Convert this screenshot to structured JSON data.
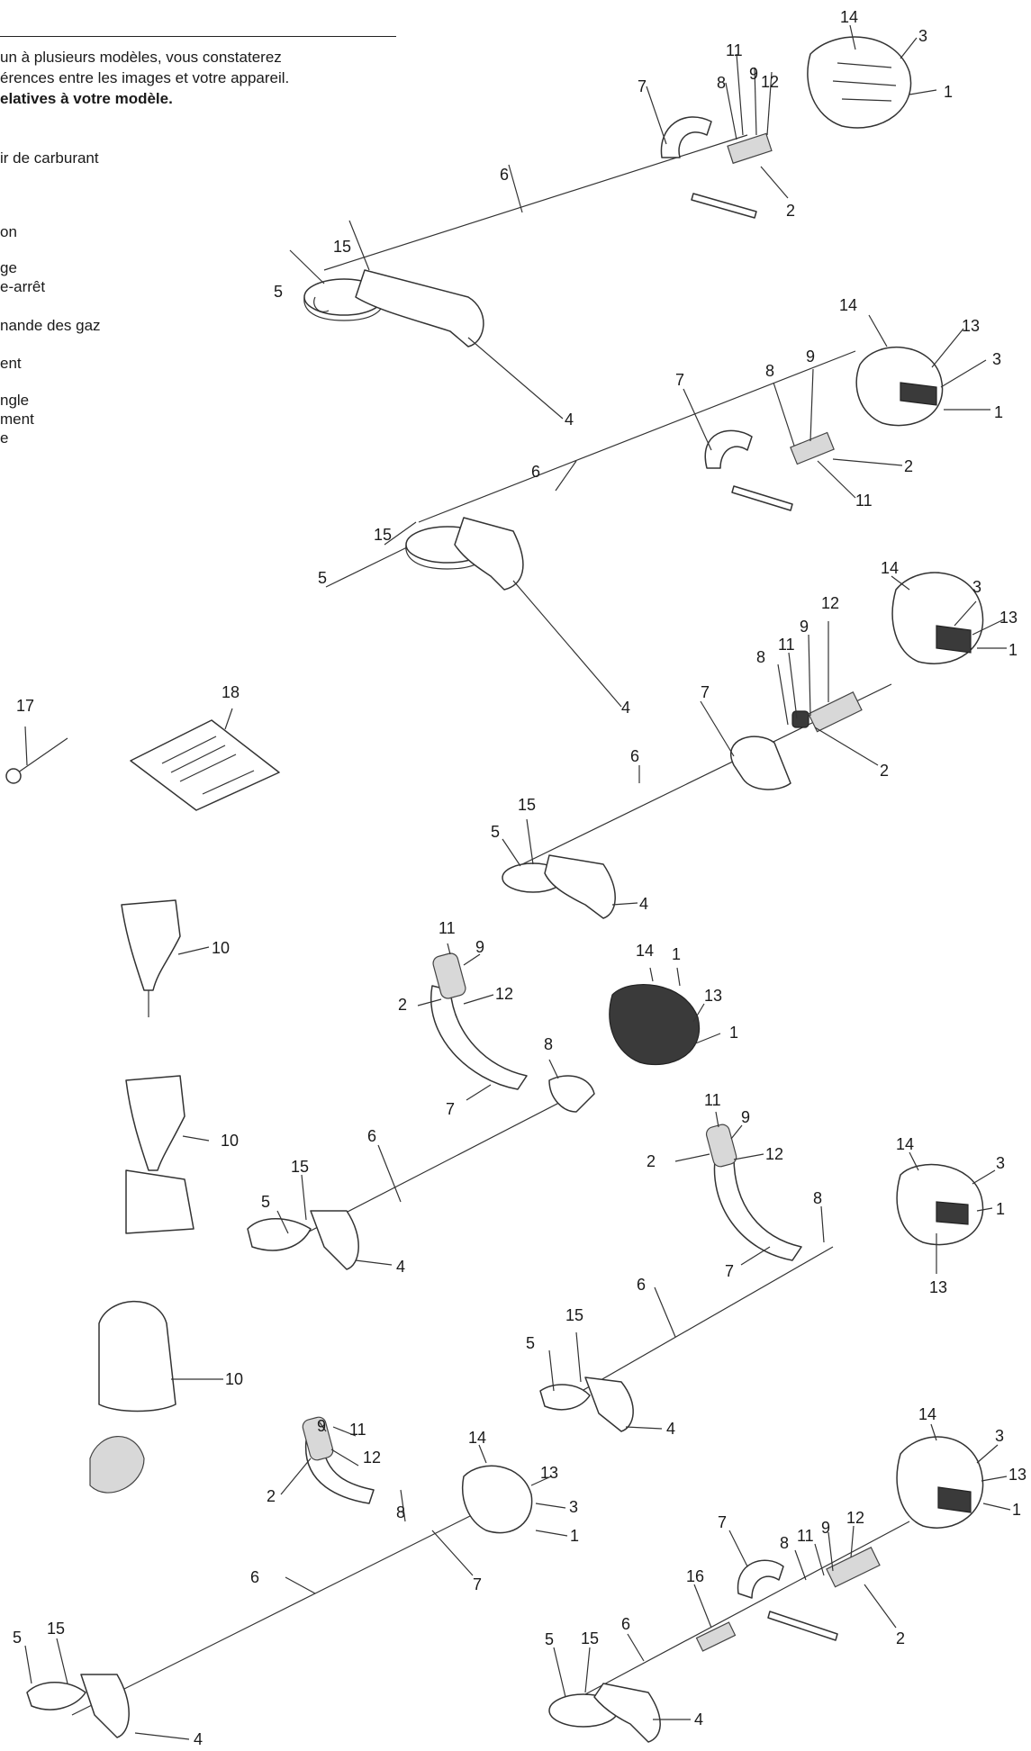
{
  "intro": {
    "line1": "un à plusieurs modèles, vous constaterez",
    "line2": "érences entre les images et votre appareil.",
    "line3": "elatives à votre modèle."
  },
  "legend": [
    "ir de carburant",
    "on",
    "ge",
    "e-arrêt",
    "nande des gaz",
    "ent",
    "ngle",
    "ment",
    "e"
  ],
  "callouts": [
    {
      "id": "c1-14",
      "text": "14"
    },
    {
      "id": "c1-3",
      "text": "3"
    },
    {
      "id": "c1-1",
      "text": "1"
    },
    {
      "id": "c1-11",
      "text": "11"
    },
    {
      "id": "c1-9",
      "text": "9"
    },
    {
      "id": "c1-12",
      "text": "12"
    },
    {
      "id": "c1-8",
      "text": "8"
    },
    {
      "id": "c1-7",
      "text": "7"
    },
    {
      "id": "c1-2",
      "text": "2"
    },
    {
      "id": "c1-6",
      "text": "6"
    },
    {
      "id": "c1-15",
      "text": "15"
    },
    {
      "id": "c1-5",
      "text": "5"
    },
    {
      "id": "c1-4",
      "text": "4"
    },
    {
      "id": "c2-14",
      "text": "14"
    },
    {
      "id": "c2-13",
      "text": "13"
    },
    {
      "id": "c2-3",
      "text": "3"
    },
    {
      "id": "c2-1",
      "text": "1"
    },
    {
      "id": "c2-9",
      "text": "9"
    },
    {
      "id": "c2-8",
      "text": "8"
    },
    {
      "id": "c2-7",
      "text": "7"
    },
    {
      "id": "c2-2",
      "text": "2"
    },
    {
      "id": "c2-11",
      "text": "11"
    },
    {
      "id": "c2-6",
      "text": "6"
    },
    {
      "id": "c2-15",
      "text": "15"
    },
    {
      "id": "c2-5",
      "text": "5"
    },
    {
      "id": "c2-4",
      "text": "4"
    },
    {
      "id": "c3-14",
      "text": "14"
    },
    {
      "id": "c3-3",
      "text": "3"
    },
    {
      "id": "c3-13",
      "text": "13"
    },
    {
      "id": "c3-1",
      "text": "1"
    },
    {
      "id": "c3-12",
      "text": "12"
    },
    {
      "id": "c3-9",
      "text": "9"
    },
    {
      "id": "c3-11",
      "text": "11"
    },
    {
      "id": "c3-8",
      "text": "8"
    },
    {
      "id": "c3-7",
      "text": "7"
    },
    {
      "id": "c3-2",
      "text": "2"
    },
    {
      "id": "c3-6",
      "text": "6"
    },
    {
      "id": "c3-5",
      "text": "5"
    },
    {
      "id": "c3-15",
      "text": "15"
    },
    {
      "id": "c3-4",
      "text": "4"
    },
    {
      "id": "a-17",
      "text": "17"
    },
    {
      "id": "a-18",
      "text": "18"
    },
    {
      "id": "a-10a",
      "text": "10"
    },
    {
      "id": "a-10b",
      "text": "10"
    },
    {
      "id": "a-10c",
      "text": "10"
    },
    {
      "id": "c4-11",
      "text": "11"
    },
    {
      "id": "c4-9",
      "text": "9"
    },
    {
      "id": "c4-2",
      "text": "2"
    },
    {
      "id": "c4-12",
      "text": "12"
    },
    {
      "id": "c4-14",
      "text": "14"
    },
    {
      "id": "c4-1a",
      "text": "1"
    },
    {
      "id": "c4-13",
      "text": "13"
    },
    {
      "id": "c4-1b",
      "text": "1"
    },
    {
      "id": "c4-8",
      "text": "8"
    },
    {
      "id": "c4-7",
      "text": "7"
    },
    {
      "id": "c4-6",
      "text": "6"
    },
    {
      "id": "c4-15",
      "text": "15"
    },
    {
      "id": "c4-5",
      "text": "5"
    },
    {
      "id": "c4-4",
      "text": "4"
    },
    {
      "id": "c5-11",
      "text": "11"
    },
    {
      "id": "c5-9",
      "text": "9"
    },
    {
      "id": "c5-2",
      "text": "2"
    },
    {
      "id": "c5-12",
      "text": "12"
    },
    {
      "id": "c5-14",
      "text": "14"
    },
    {
      "id": "c5-3",
      "text": "3"
    },
    {
      "id": "c5-1",
      "text": "1"
    },
    {
      "id": "c5-8",
      "text": "8"
    },
    {
      "id": "c5-7",
      "text": "7"
    },
    {
      "id": "c5-13",
      "text": "13"
    },
    {
      "id": "c5-6",
      "text": "6"
    },
    {
      "id": "c5-15",
      "text": "15"
    },
    {
      "id": "c5-5",
      "text": "5"
    },
    {
      "id": "c5-4",
      "text": "4"
    },
    {
      "id": "c6-9",
      "text": "9"
    },
    {
      "id": "c6-11",
      "text": "11"
    },
    {
      "id": "c6-12",
      "text": "12"
    },
    {
      "id": "c6-2",
      "text": "2"
    },
    {
      "id": "c6-14",
      "text": "14"
    },
    {
      "id": "c6-13",
      "text": "13"
    },
    {
      "id": "c6-3",
      "text": "3"
    },
    {
      "id": "c6-1",
      "text": "1"
    },
    {
      "id": "c6-8",
      "text": "8"
    },
    {
      "id": "c6-6",
      "text": "6"
    },
    {
      "id": "c6-7",
      "text": "7"
    },
    {
      "id": "c6-5",
      "text": "5"
    },
    {
      "id": "c6-15",
      "text": "15"
    },
    {
      "id": "c6-4",
      "text": "4"
    },
    {
      "id": "c7-14",
      "text": "14"
    },
    {
      "id": "c7-3",
      "text": "3"
    },
    {
      "id": "c7-13",
      "text": "13"
    },
    {
      "id": "c7-1",
      "text": "1"
    },
    {
      "id": "c7-7",
      "text": "7"
    },
    {
      "id": "c7-12",
      "text": "12"
    },
    {
      "id": "c7-9",
      "text": "9"
    },
    {
      "id": "c7-11",
      "text": "11"
    },
    {
      "id": "c7-8",
      "text": "8"
    },
    {
      "id": "c7-16",
      "text": "16"
    },
    {
      "id": "c7-2",
      "text": "2"
    },
    {
      "id": "c7-6",
      "text": "6"
    },
    {
      "id": "c7-5",
      "text": "5"
    },
    {
      "id": "c7-15",
      "text": "15"
    },
    {
      "id": "c7-4",
      "text": "4"
    }
  ]
}
